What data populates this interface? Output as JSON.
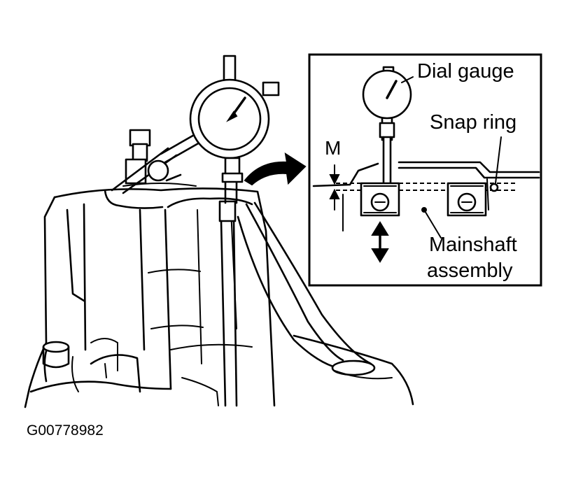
{
  "figure": {
    "labels": {
      "dial_gauge": "Dial gauge",
      "snap_ring": "Snap ring",
      "measurement": "M",
      "mainshaft_line1": "Mainshaft",
      "mainshaft_line2": "assembly"
    },
    "code": "G00778982"
  }
}
